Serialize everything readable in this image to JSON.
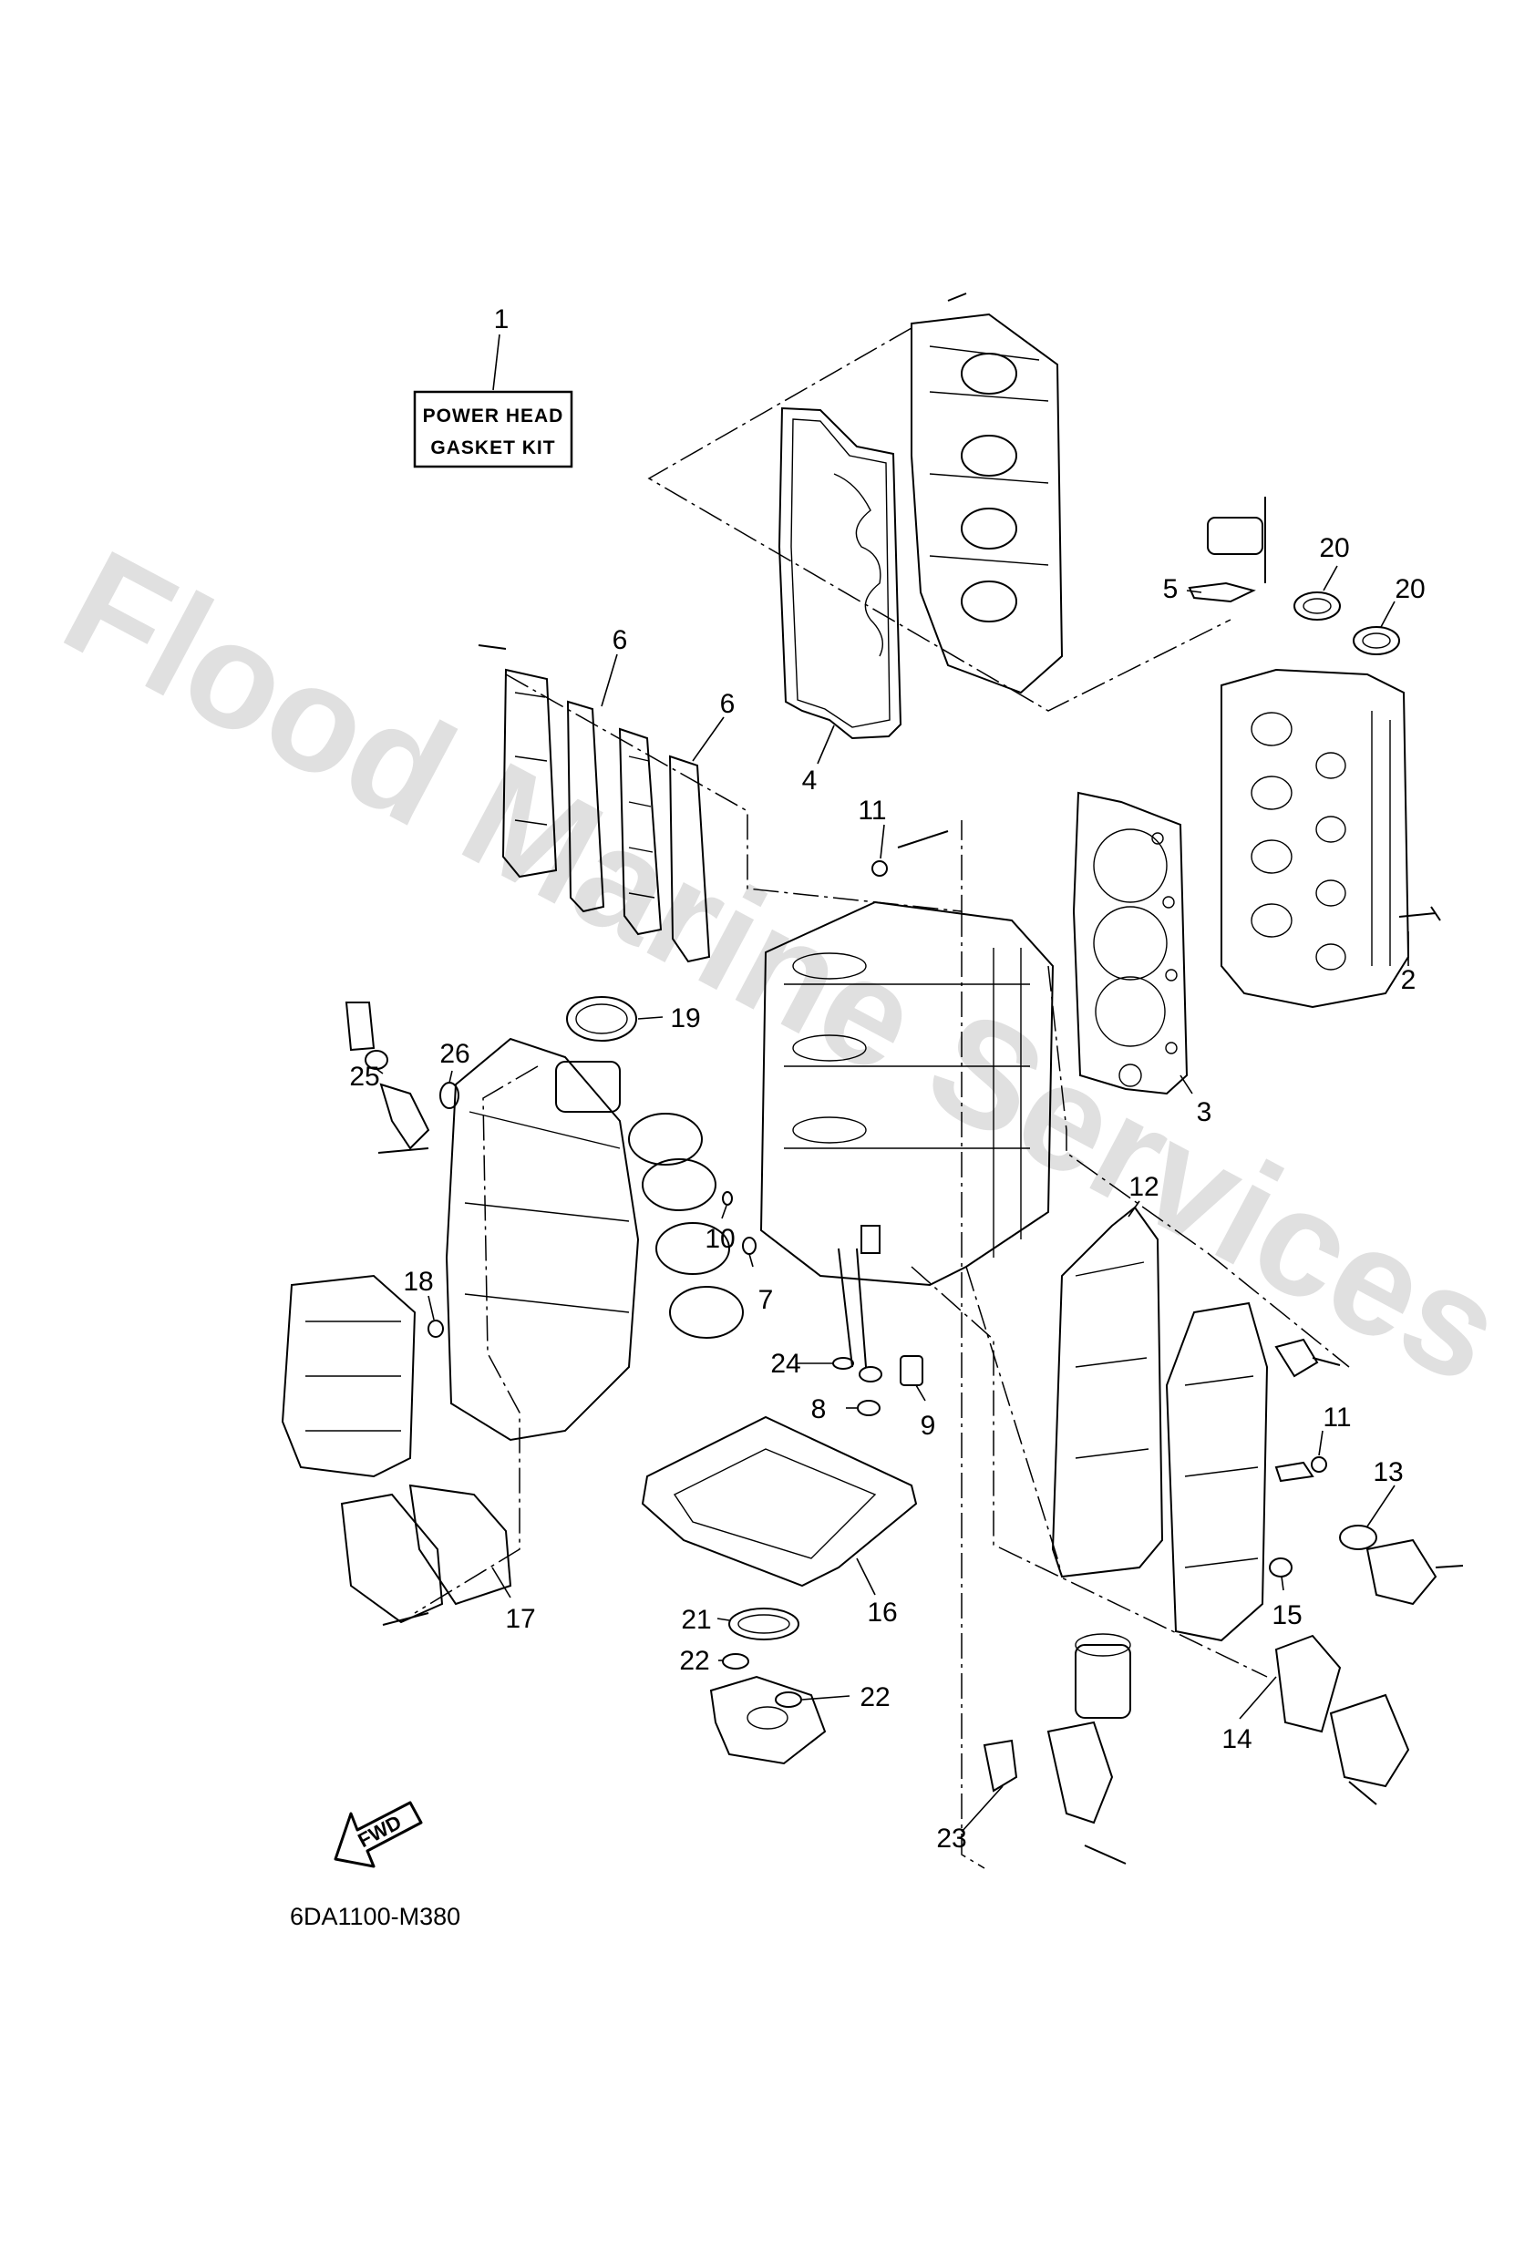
{
  "watermark": "Flood Marine Services",
  "kit_label": {
    "line1": "POWER HEAD",
    "line2": "GASKET KIT"
  },
  "fwd_label": "FWD",
  "diagram_code": "6DA1100-M380",
  "callouts": [
    {
      "id": "c1",
      "text": "1"
    },
    {
      "id": "c2",
      "text": "2"
    },
    {
      "id": "c3",
      "text": "3"
    },
    {
      "id": "c4",
      "text": "4"
    },
    {
      "id": "c5",
      "text": "5"
    },
    {
      "id": "c6a",
      "text": "6"
    },
    {
      "id": "c6b",
      "text": "6"
    },
    {
      "id": "c7",
      "text": "7"
    },
    {
      "id": "c8",
      "text": "8"
    },
    {
      "id": "c9",
      "text": "9"
    },
    {
      "id": "c10",
      "text": "10"
    },
    {
      "id": "c11a",
      "text": "11"
    },
    {
      "id": "c11b",
      "text": "11"
    },
    {
      "id": "c12",
      "text": "12"
    },
    {
      "id": "c13",
      "text": "13"
    },
    {
      "id": "c14",
      "text": "14"
    },
    {
      "id": "c15",
      "text": "15"
    },
    {
      "id": "c16",
      "text": "16"
    },
    {
      "id": "c17",
      "text": "17"
    },
    {
      "id": "c18",
      "text": "18"
    },
    {
      "id": "c19",
      "text": "19"
    },
    {
      "id": "c20a",
      "text": "20"
    },
    {
      "id": "c20b",
      "text": "20"
    },
    {
      "id": "c21",
      "text": "21"
    },
    {
      "id": "c22a",
      "text": "22"
    },
    {
      "id": "c22b",
      "text": "22"
    },
    {
      "id": "c23",
      "text": "23"
    },
    {
      "id": "c24",
      "text": "24"
    },
    {
      "id": "c25",
      "text": "25"
    },
    {
      "id": "c26",
      "text": "26"
    }
  ]
}
